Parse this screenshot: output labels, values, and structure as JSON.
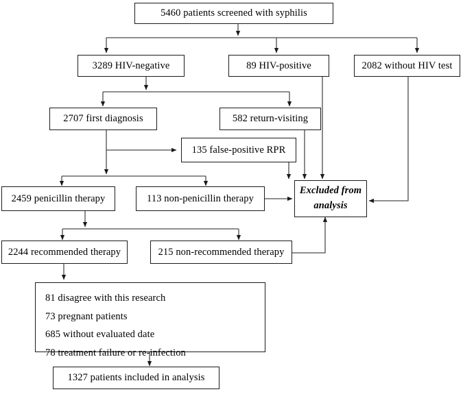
{
  "diagram": {
    "title": "Patient screening and analysis flow",
    "type": "flowchart",
    "stroke_color": "#1a1a1a",
    "background_color": "#ffffff",
    "nodes": {
      "screened": {
        "label": "5460 patients screened with syphilis"
      },
      "hiv_negative": {
        "label": "3289 HIV-negative"
      },
      "hiv_positive": {
        "label": "89 HIV-positive"
      },
      "no_hiv_test": {
        "label": "2082 without HIV test"
      },
      "first_diagnosis": {
        "label": "2707 first diagnosis"
      },
      "return_visiting": {
        "label": "582 return-visiting"
      },
      "false_positive": {
        "label": "135  false-positive  RPR"
      },
      "penicillin": {
        "label": "2459 penicillin therapy"
      },
      "non_penicillin": {
        "label": "113 non-penicillin therapy"
      },
      "excluded": {
        "line1": "Excluded from",
        "line2": "analysis"
      },
      "recommended": {
        "label": "2244 recommended therapy"
      },
      "non_recommended": {
        "label": "215 non-recommended therapy"
      },
      "exclusion_reasons": {
        "items": [
          "81 disagree with this research",
          "73 pregnant patients",
          "685 without evaluated date",
          "78 treatment failure or re-infection"
        ]
      },
      "included": {
        "label": "1327 patients included in analysis"
      }
    }
  }
}
